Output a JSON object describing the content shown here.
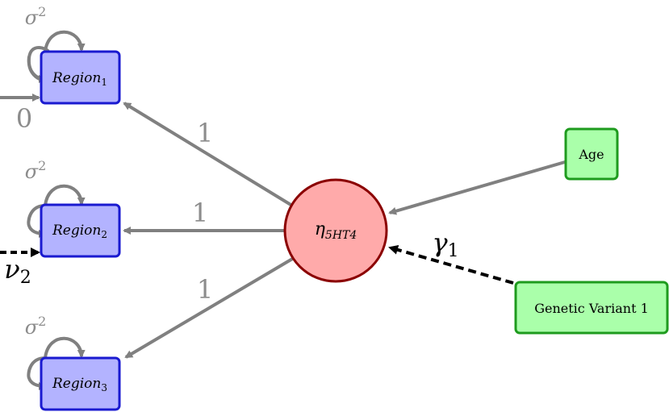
{
  "colors": {
    "region_fill": "#b3b3ff",
    "region_stroke": "#1a1ad0",
    "latent_fill": "#ffaaaa",
    "latent_stroke": "#8b0000",
    "covariate_fill": "#aaffaa",
    "covariate_stroke": "#1e9b1e",
    "edge_gray": "#808080",
    "edge_black": "#000000"
  },
  "regions": [
    {
      "name": "Region",
      "sub": "1",
      "variance": {
        "sym": "σ",
        "sup": "2"
      }
    },
    {
      "name": "Region",
      "sub": "2",
      "variance": {
        "sym": "σ",
        "sup": "2"
      }
    },
    {
      "name": "Region",
      "sub": "3",
      "variance": {
        "sym": "σ",
        "sup": "2"
      }
    }
  ],
  "latent": {
    "sym": "η",
    "sub": "5HT4"
  },
  "covariates": [
    {
      "label": "Age"
    },
    {
      "label": "Genetic Variant 1"
    }
  ],
  "loadings": [
    "1",
    "1",
    "1"
  ],
  "region1_input": {
    "label": "0"
  },
  "region2_input": {
    "sym": "ν",
    "sub": "2"
  },
  "gamma": {
    "sym": "γ",
    "sub": "1"
  }
}
